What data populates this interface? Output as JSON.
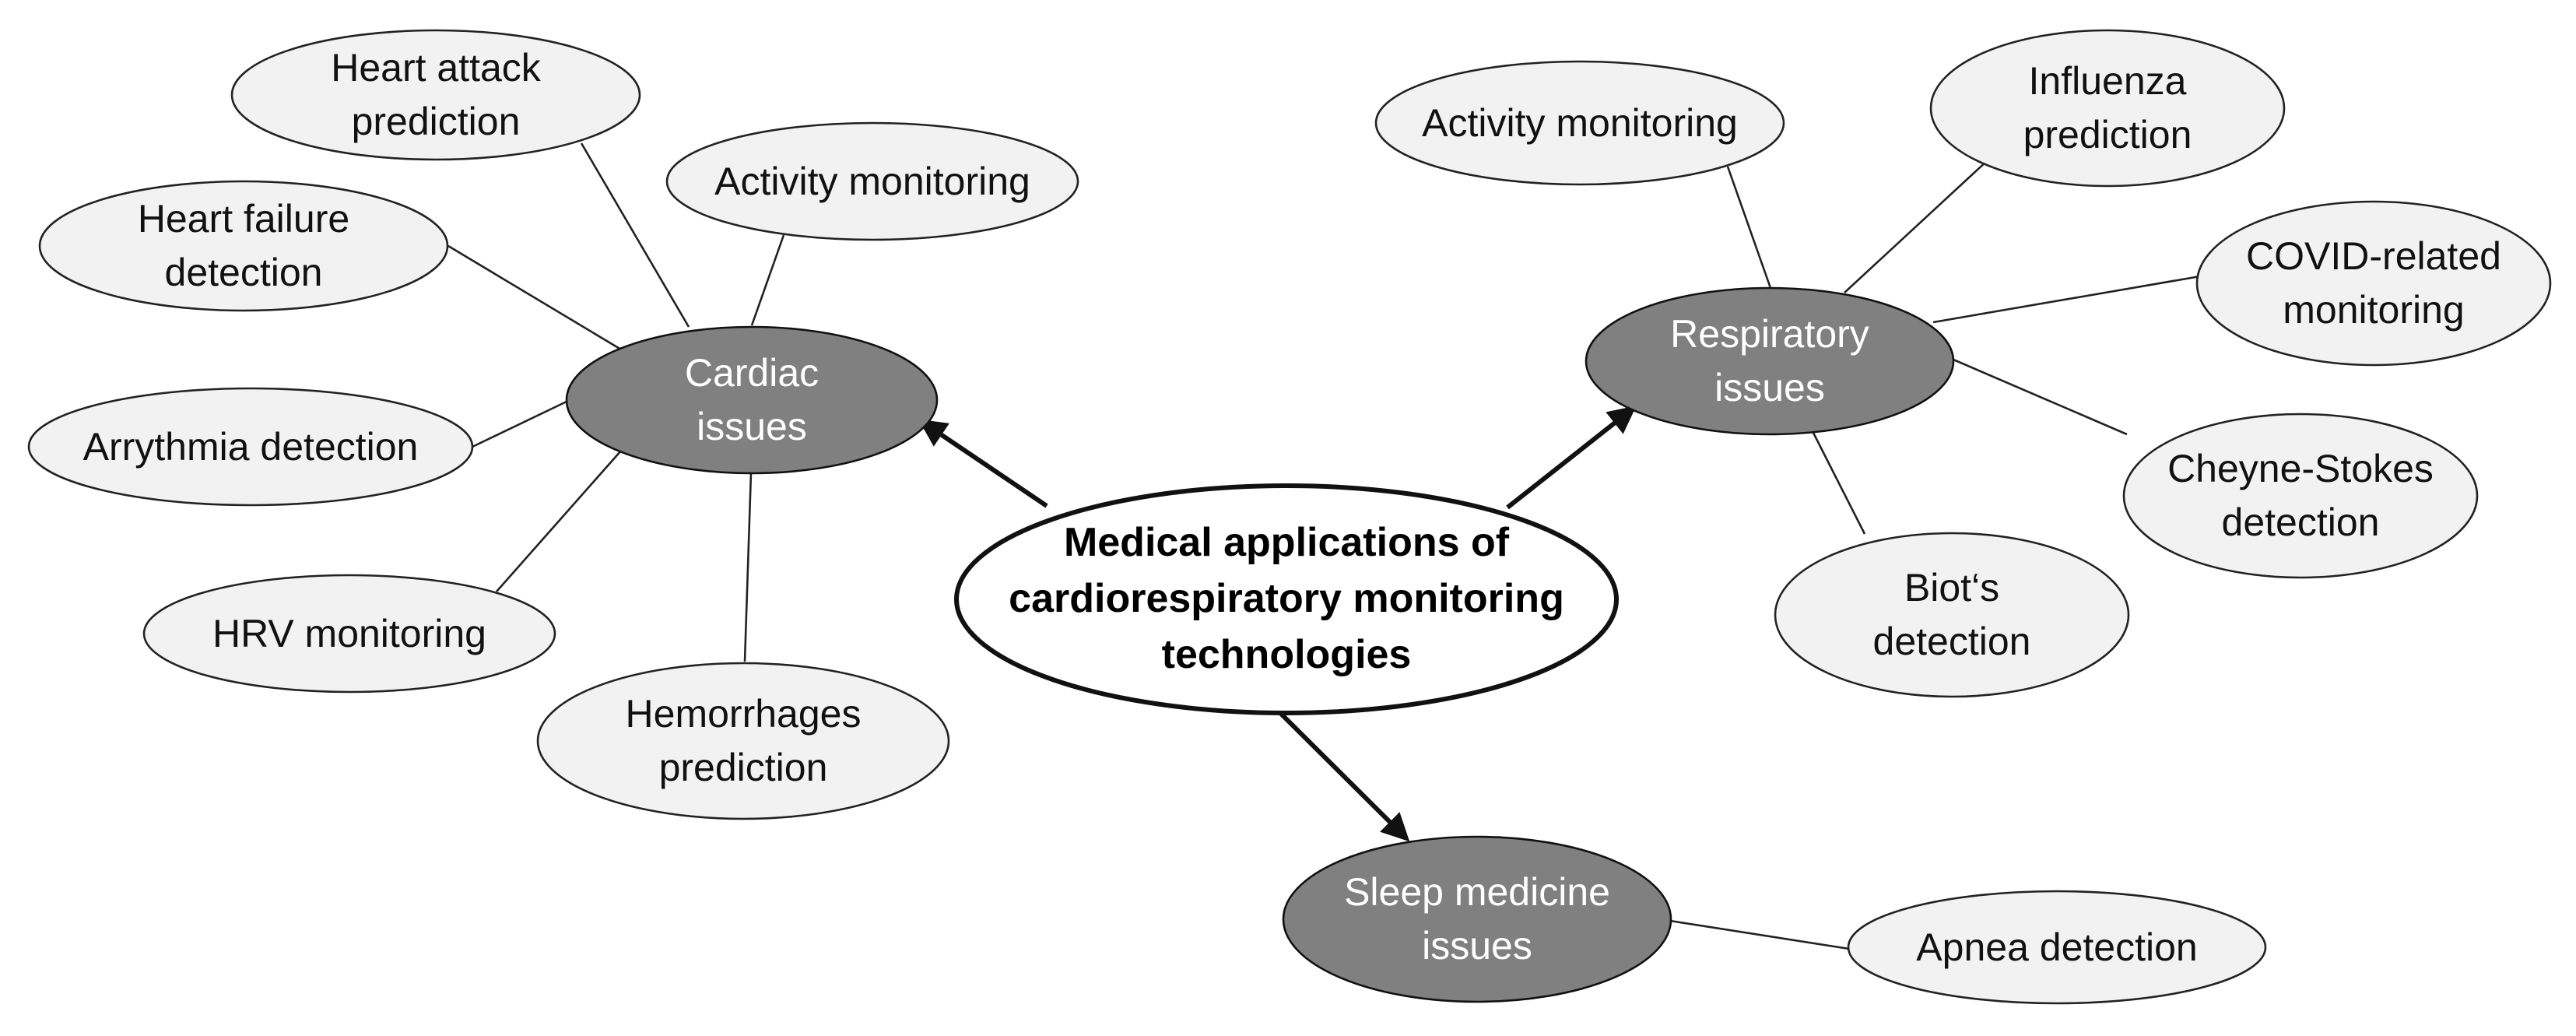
{
  "diagram": {
    "center": {
      "label": "Medical applications of\ncardiorespiratory monitoring\ntechnologies"
    },
    "categories": {
      "cardiac": {
        "label": "Cardiac\nissues",
        "items": {
          "heart_attack": "Heart attack\nprediction",
          "activity": "Activity monitoring",
          "heart_failure": "Heart failure\ndetection",
          "arrythmia": "Arrythmia detection",
          "hrv": "HRV monitoring",
          "hemorrhages": "Hemorrhages\nprediction"
        }
      },
      "respiratory": {
        "label": "Respiratory\nissues",
        "items": {
          "activity": "Activity monitoring",
          "influenza": "Influenza\nprediction",
          "covid": "COVID-related\nmonitoring",
          "cheyne_stokes": "Cheyne-Stokes\ndetection",
          "biots": "Biot‘s\ndetection"
        }
      },
      "sleep": {
        "label": "Sleep medicine\nissues",
        "items": {
          "apnea": "Apnea detection"
        }
      }
    },
    "colors": {
      "category_fill": "#808080",
      "leaf_fill": "#f2f2f2",
      "center_fill": "#ffffff",
      "stroke": "#222222"
    }
  }
}
